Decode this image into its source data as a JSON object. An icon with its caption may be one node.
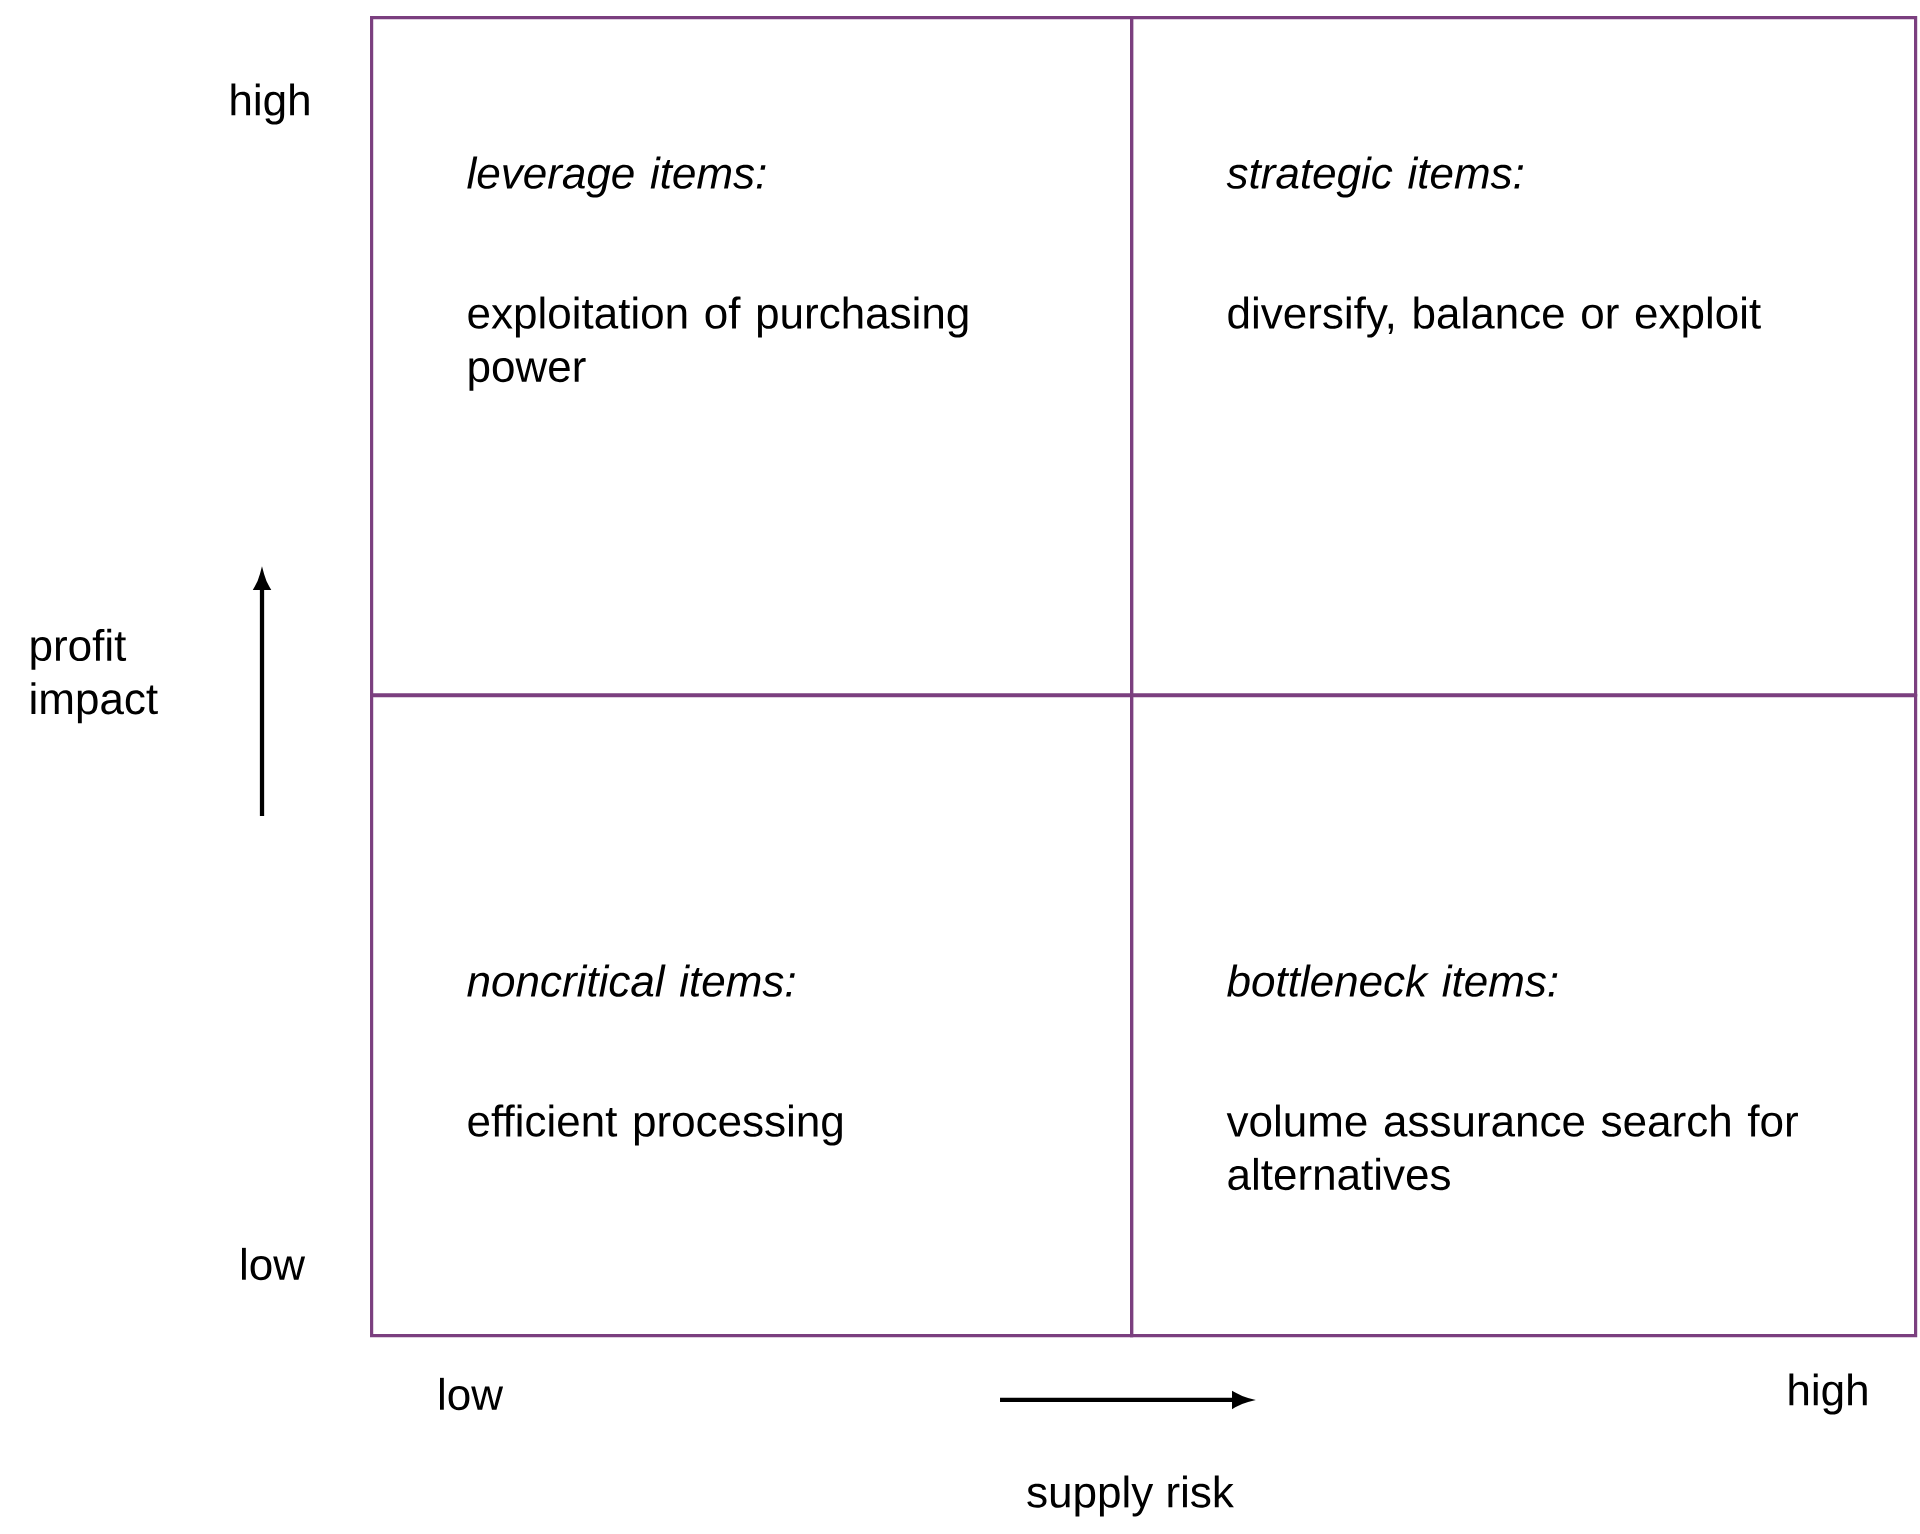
{
  "diagram": {
    "nodes": [
      {
        "text": [
          "leverage items:",
          "exploitation of purchasing power"
        ]
      },
      {
        "text": [
          "strategic items:",
          "diversify, balance or exploit"
        ]
      },
      {
        "text": [
          "noncritical items:",
          "efficient processing"
        ]
      },
      {
        "text": [
          "bottleneck items:",
          "volume assurance search for alternatives"
        ]
      }
    ],
    "labels": [
      "high",
      "profit impact",
      "low",
      "low",
      "high",
      "supply risk"
    ]
  }
}
